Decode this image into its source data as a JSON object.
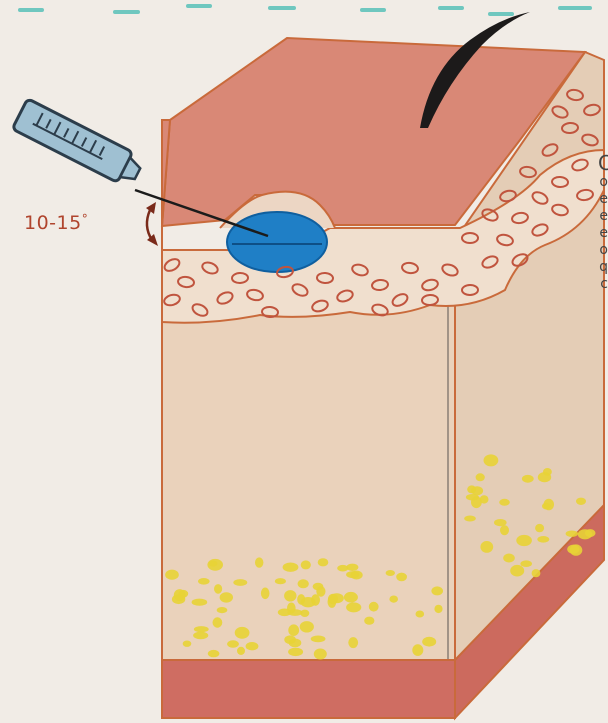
{
  "diagram": {
    "angle_label": "10-15",
    "angle_unit_symbol": "°",
    "edge_glyphs": [
      "C",
      "o",
      "e",
      "e",
      "e",
      "o",
      "q",
      "c"
    ],
    "colors": {
      "paper": "#f1ece6",
      "epidermis": "#d98876",
      "dermis": "#ead2bb",
      "cells": "#c0543e",
      "hypodermis": "#ecdcc2",
      "fat": "#e8d336",
      "muscle": "#cf6d62",
      "injection_bleb": "#1f7fc6",
      "syringe_barrel": "#9fc0d2",
      "outline": "#c96a3b",
      "hair": "#1c1a1a"
    },
    "icons": [
      "syringe-icon",
      "needle-icon",
      "hair-icon",
      "angle-arrow-icon"
    ]
  }
}
